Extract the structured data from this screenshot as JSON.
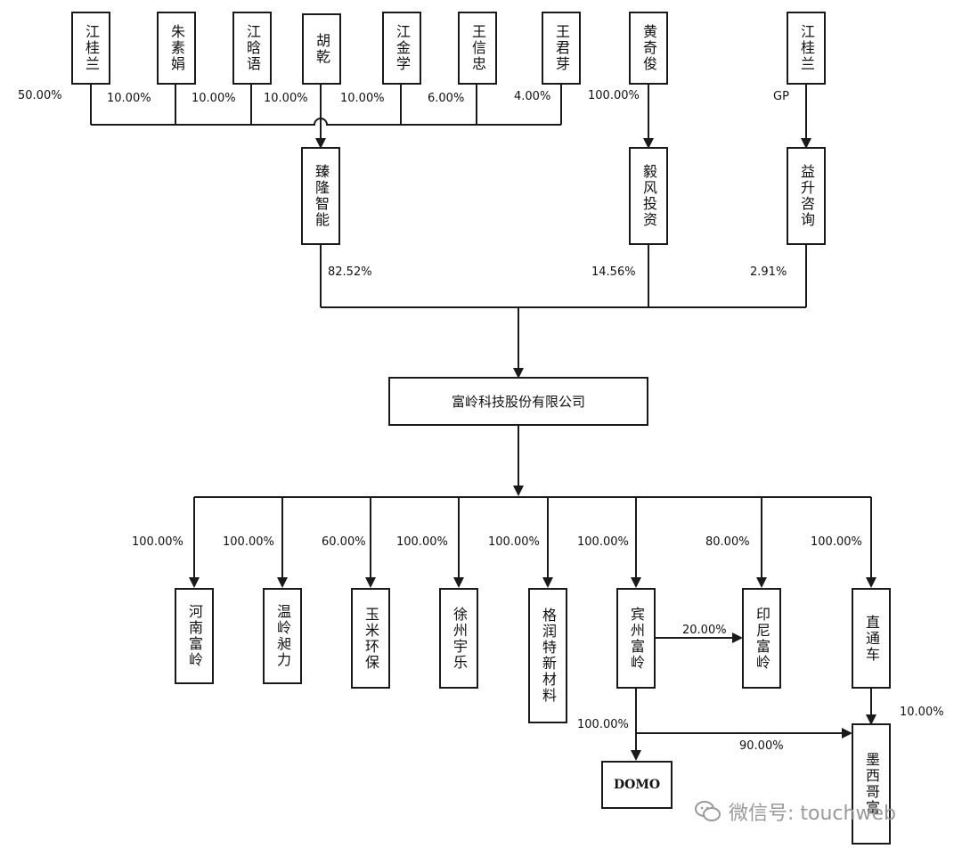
{
  "diagram": {
    "top_shareholders": [
      "江桂兰",
      "朱素娟",
      "江晗语",
      "胡乾",
      "江金学",
      "王信忠",
      "王君芽",
      "黄奇俊",
      "江桂兰"
    ],
    "top_percents": [
      "50.00%",
      "10.00%",
      "10.00%",
      "10.00%",
      "10.00%",
      "6.00%",
      "4.00%",
      "100.00%",
      "GP"
    ],
    "middle_entities": [
      "臻隆智能",
      "毅风投资",
      "益升咨询"
    ],
    "middle_percents": [
      "82.52%",
      "14.56%",
      "2.91%"
    ],
    "company": "富岭科技股份有限公司",
    "subsidiaries": [
      "河南富岭",
      "温岭昶力",
      "玉米环保",
      "徐州宇乐",
      "格润特新材料",
      "宾州富岭",
      "印尼富岭",
      "直通车"
    ],
    "subsidiary_percents": [
      "100.00%",
      "100.00%",
      "60.00%",
      "100.00%",
      "100.00%",
      "100.00%",
      "80.00%",
      "100.00%"
    ],
    "lower_entities": [
      "DOMO",
      "墨西哥富"
    ],
    "extra_percents": {
      "binzhou_to_indonesia": "20.00%",
      "binzhou_to_domo": "100.00%",
      "binzhou_to_mexico": "90.00%",
      "zhitongche_to_mexico": "10.00%"
    },
    "colors": {
      "line": "#1a1a1a",
      "watermark": "#9a9a9a"
    }
  },
  "watermark": {
    "text": "微信号: touchweb"
  }
}
